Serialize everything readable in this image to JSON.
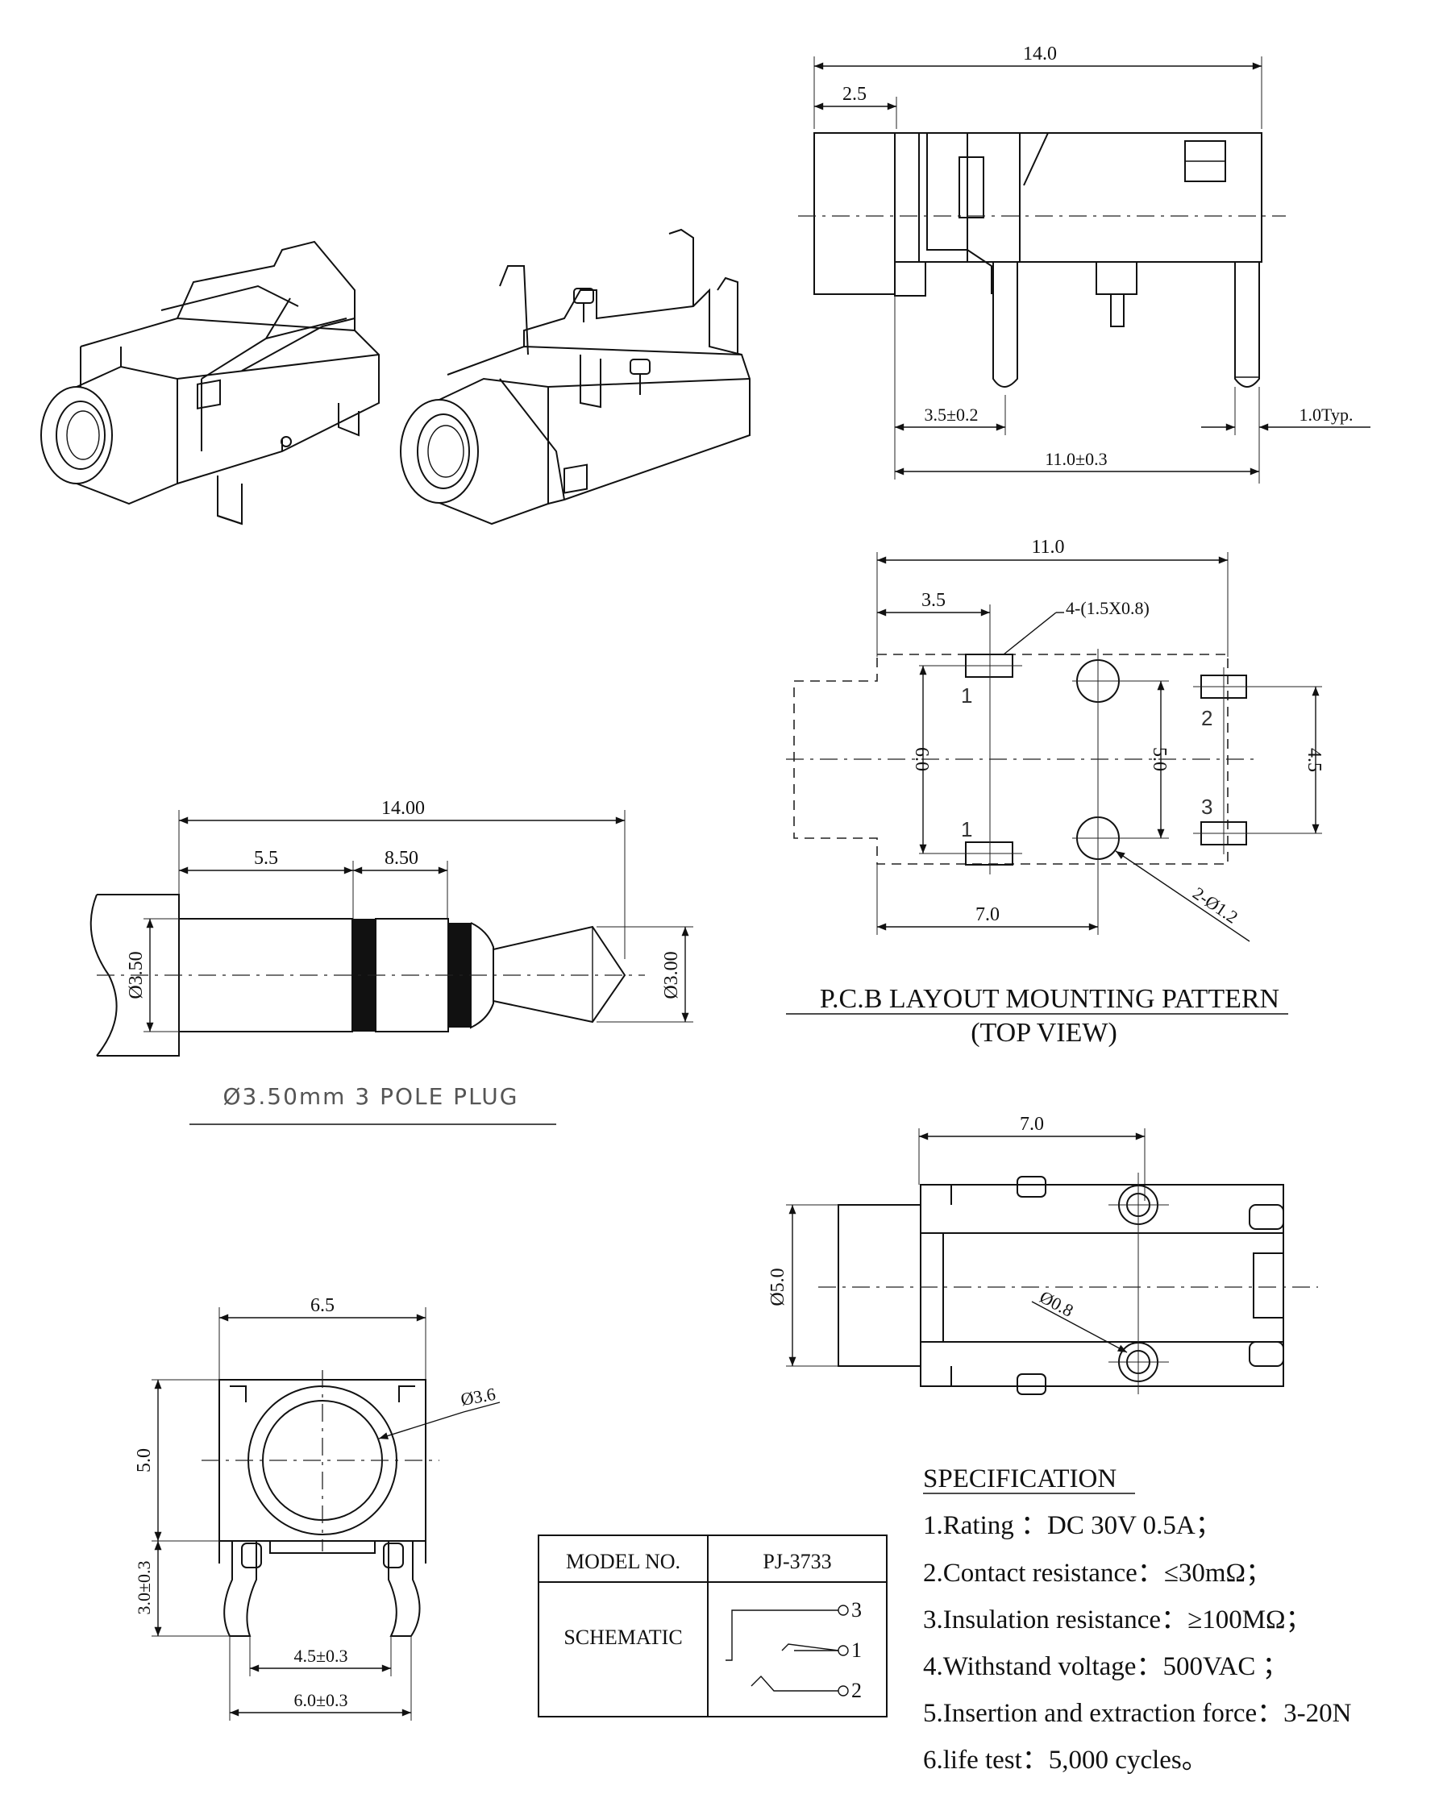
{
  "side_view": {
    "overall_length": "14.0",
    "front_length": "2.5",
    "pin_offset": "3.5±0.2",
    "pin_span": "11.0±0.3",
    "pin_width": "1.0Typ."
  },
  "pcb_layout": {
    "width": "11.0",
    "pin1_offset": "3.5",
    "pad_callout": "4-(1.5X0.8)",
    "height_left": "6.0",
    "height_mid": "5.0",
    "height_right": "4.5",
    "hole_offset": "7.0",
    "hole_callout": "2-Ø1.2",
    "pin_labels": [
      "1",
      "1",
      "2",
      "3"
    ],
    "title": "P.C.B LAYOUT MOUNTING PATTERN",
    "subtitle": "(TOP VIEW)"
  },
  "plug": {
    "overall_length": "14.00",
    "sleeve_length": "5.5",
    "ring_length": "8.50",
    "left_dia": "Ø3.50",
    "right_dia": "Ø3.00",
    "caption": "Ø3.50mm 3 POLE PLUG"
  },
  "bottom_view": {
    "width": "7.0",
    "height": "Ø5.0",
    "hole_dia": "Ø0.8"
  },
  "front_view": {
    "width": "6.5",
    "bore_dia": "Ø3.6",
    "height": "5.0",
    "pin_height": "3.0±0.3",
    "inner_span": "4.5±0.3",
    "outer_span": "6.0±0.3"
  },
  "table": {
    "model_label": "MODEL NO.",
    "model_value": "PJ-3733",
    "schematic_label": "SCHEMATIC",
    "terminals": [
      "3",
      "1",
      "2"
    ]
  },
  "specification": {
    "heading": "SPECIFICATION",
    "items": [
      "1.Rating ：DC 30V 0.5A；",
      "2.Contact resistance：≤30mΩ；",
      "3.Insulation resistance：≥100MΩ；",
      "4.Withstand voltage：500VAC ；",
      "5.Insertion and extraction force：3-20N",
      "6.life test：5,000 cycles。"
    ]
  },
  "mixed_cell_text_none_dup": "none",
  "six_pin_unused_placeholder": ""
}
